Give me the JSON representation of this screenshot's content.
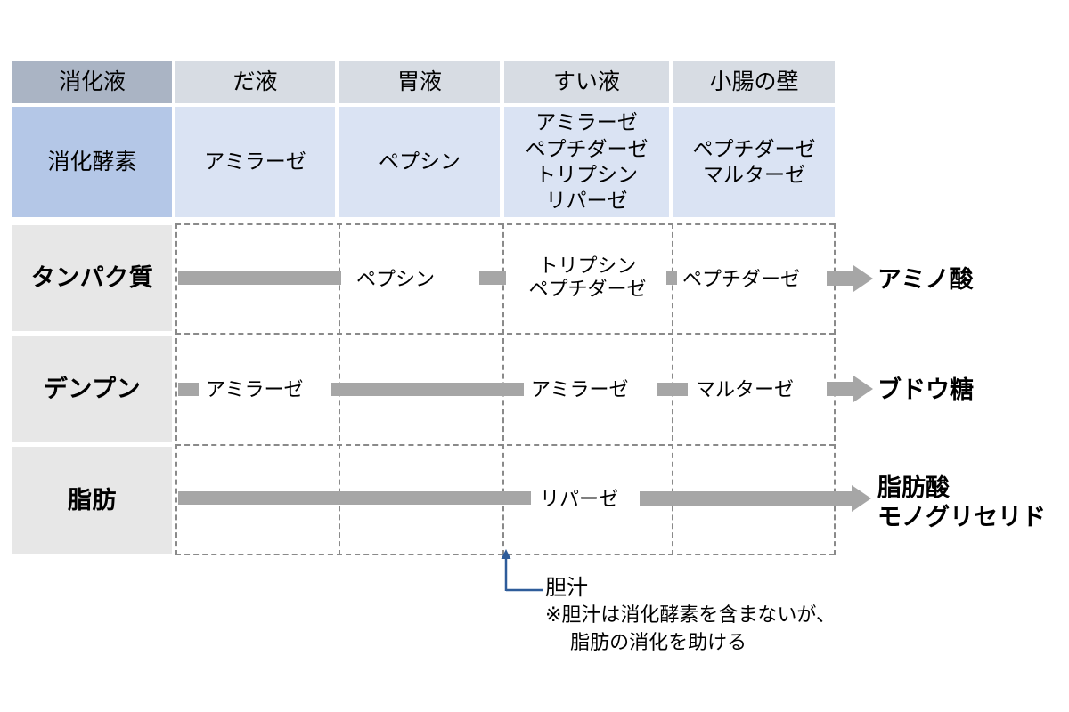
{
  "diagram": {
    "title_row": {
      "label": "消化液",
      "columns": [
        "だ液",
        "胃液",
        "すい液",
        "小腸の壁"
      ]
    },
    "enzyme_row": {
      "label": "消化酵素",
      "columns": [
        "アミラーゼ",
        "ペプシン",
        "アミラーゼ\nペプチダーゼ\nトリプシン\nリパーゼ",
        "ペプチダーゼ\nマルターゼ"
      ]
    },
    "nutrients": [
      {
        "name": "タンパク質",
        "lane_labels": [
          "ペプシン",
          "トリプシン\nペプチダーゼ",
          "ペプチダーゼ"
        ],
        "product": "アミノ酸"
      },
      {
        "name": "デンプン",
        "lane_labels": [
          "アミラーゼ",
          "アミラーゼ",
          "マルターゼ"
        ],
        "product": "ブドウ糖"
      },
      {
        "name": "脂肪",
        "lane_labels": [
          "リパーゼ"
        ],
        "product": "脂肪酸\nモノグリセリド"
      }
    ],
    "callout": {
      "title": "胆汁",
      "note_line1": "※胆汁は消化酵素を含まないが、",
      "note_line2": "　 脂肪の消化を助ける"
    },
    "colors": {
      "header_label_bg": "#aab4c4",
      "header_cell_bg": "#d7dce3",
      "enzyme_label_bg": "#b4c7e7",
      "enzyme_cell_bg": "#dae3f3",
      "nutrient_bg": "#e7e7e7",
      "bar": "#a6a6a6",
      "grid": "#8a8a8a",
      "callout": "#2e5c9a"
    }
  }
}
